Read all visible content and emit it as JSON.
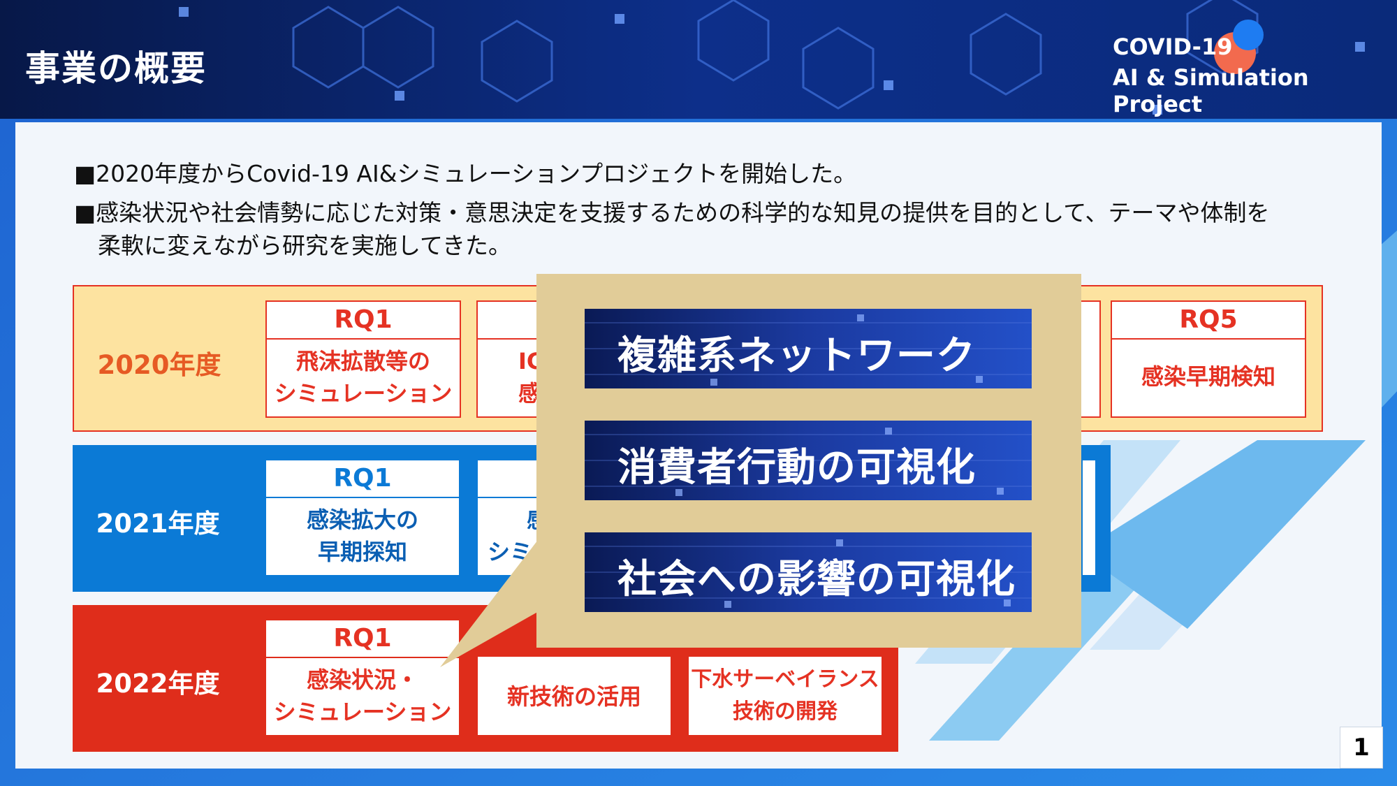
{
  "header": {
    "title": "事業の概要",
    "project_line1": "COVID-19",
    "project_line2": "AI & Simulation Project"
  },
  "bullets": [
    "■2020年度からCovid-19 AI&シミュレーションプロジェクトを開始した。",
    "■感染状況や社会情勢に応じた対策・意思決定を支援するための科学的な知見の提供を目的として、テーマや体制を",
    "柔軟に変えながら研究を実施してきた。"
  ],
  "rows": [
    {
      "label": "2020年度",
      "color": "#fde3a0",
      "border": "#e53223",
      "label_color": "#e65a24",
      "cards": [
        {
          "rq": "RQ1",
          "lines": [
            "飛沫拡散等の",
            "シミュレーション"
          ]
        },
        {
          "rq": "",
          "lines": [
            "IC",
            "感"
          ]
        },
        {
          "rq": "RQ5",
          "lines": [
            "感染早期検知"
          ]
        }
      ]
    },
    {
      "label": "2021年度",
      "color": "#0b7ad6",
      "border": "#0b7ad6",
      "label_color": "#ffffff",
      "cards": [
        {
          "rq": "RQ1",
          "lines": [
            "感染拡大の",
            "早期探知"
          ]
        },
        {
          "rq": "",
          "lines": [
            "感",
            "シミュ"
          ]
        }
      ]
    },
    {
      "label": "2022年度",
      "color": "#df2d1b",
      "border": "#df2d1b",
      "label_color": "#ffffff",
      "cards": [
        {
          "rq": "RQ1",
          "lines": [
            "感染状況・",
            "シミュレーション"
          ]
        },
        {
          "rq": "",
          "lines": [
            "新技術の活用"
          ]
        },
        {
          "rq": "",
          "lines": [
            "下水サーベイランス",
            "技術の開発"
          ]
        }
      ]
    }
  ],
  "callout": {
    "items": [
      "複雑系ネットワーク",
      "消費者行動の可視化",
      "社会への影響の可視化"
    ]
  },
  "page_number": "1",
  "colors": {
    "header_dark": "#0a1f5c",
    "accent_blue": "#1473e6",
    "accent_red": "#e53223",
    "callout": "#e1cc98"
  }
}
